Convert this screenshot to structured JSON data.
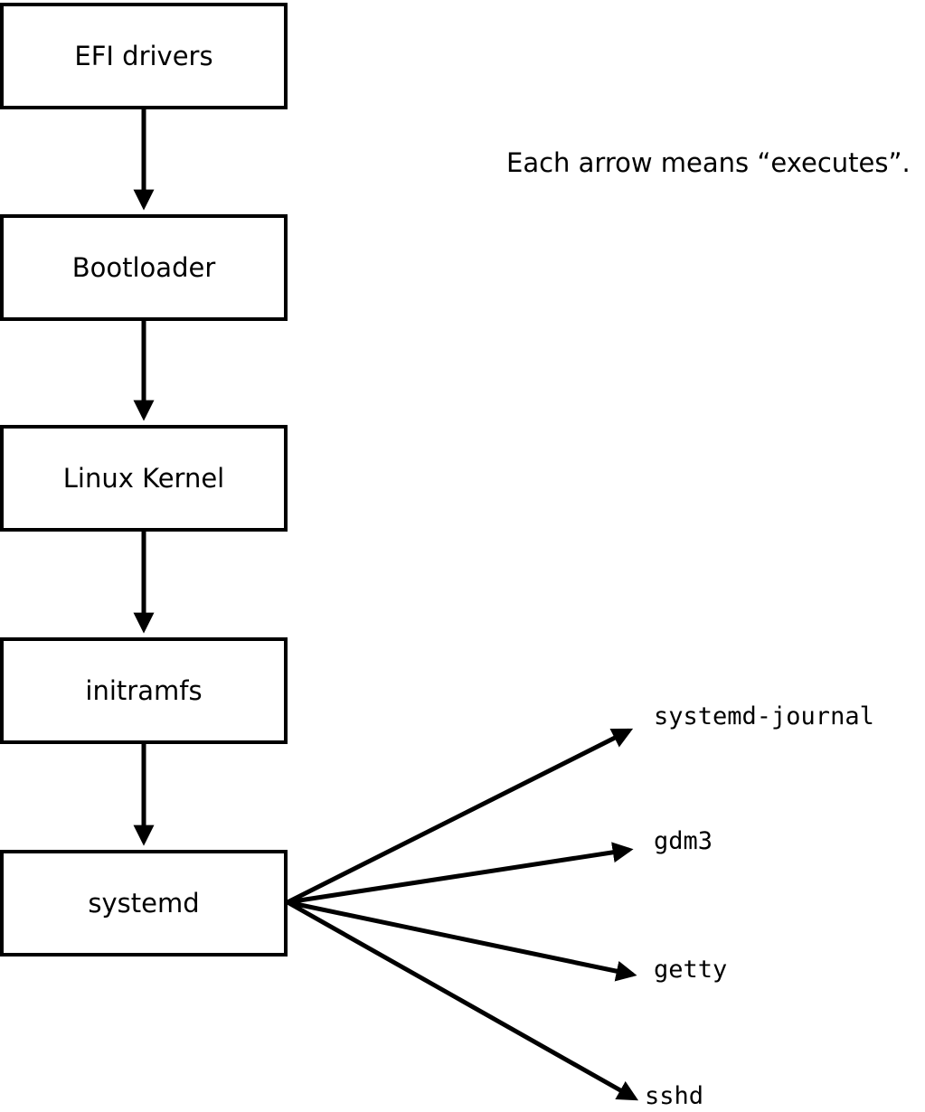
{
  "diagram": {
    "annotation": "Each arrow means “executes”.",
    "boxes": [
      {
        "label": "EFI drivers"
      },
      {
        "label": "Bootloader"
      },
      {
        "label": "Linux Kernel"
      },
      {
        "label": "initramfs"
      },
      {
        "label": "systemd"
      }
    ],
    "targets": [
      {
        "label": "systemd-journal"
      },
      {
        "label": "gdm3"
      },
      {
        "label": "getty"
      },
      {
        "label": "sshd"
      }
    ],
    "colors": {
      "line": "#000000",
      "box_fill": "#ffffff",
      "text": "#000000"
    }
  }
}
